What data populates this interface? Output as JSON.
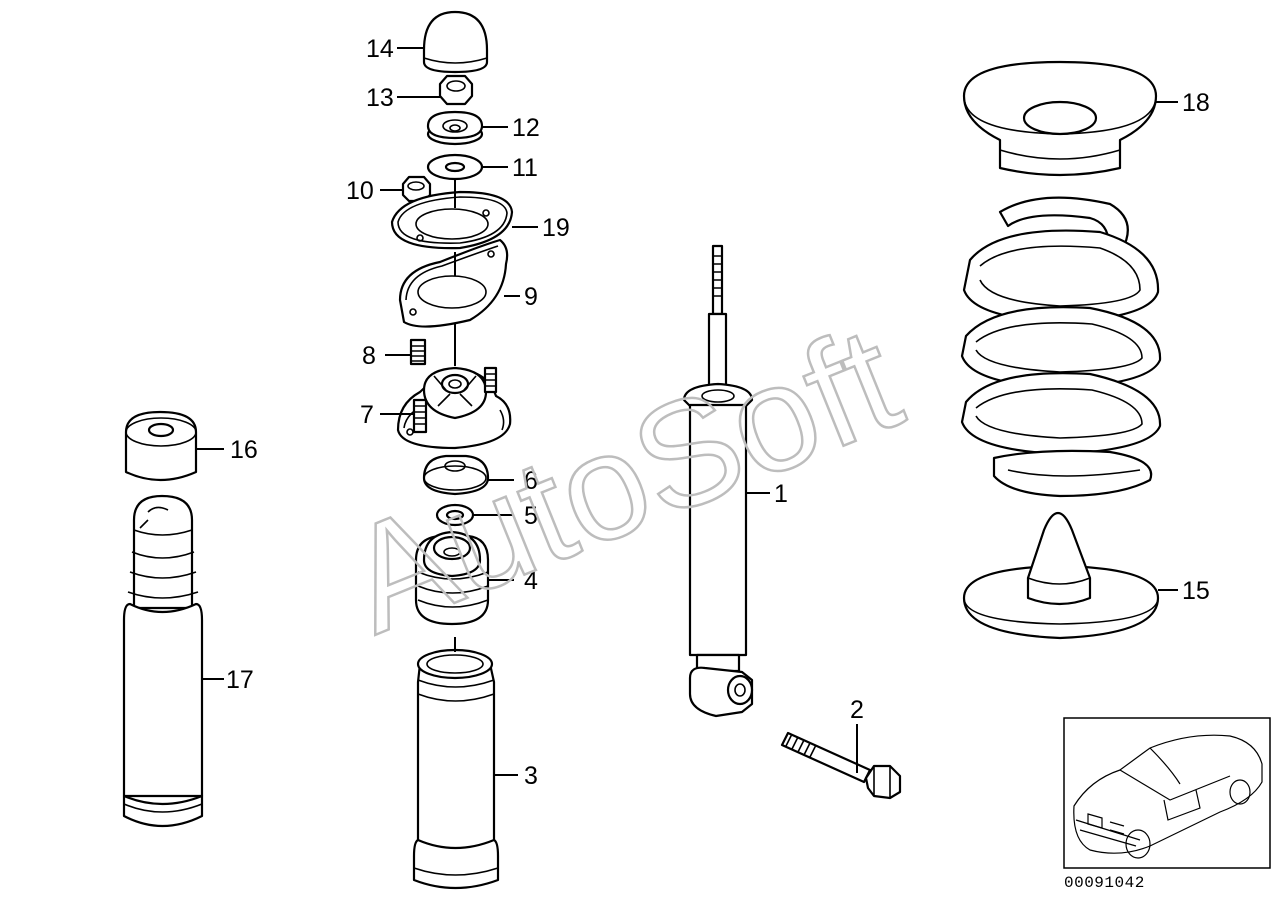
{
  "watermark": "AutoSoft",
  "reference_number": "00091042",
  "part_numbers": [
    "1",
    "2",
    "3",
    "4",
    "5",
    "6",
    "7",
    "8",
    "9",
    "10",
    "11",
    "12",
    "13",
    "14",
    "15",
    "16",
    "17",
    "18",
    "19"
  ]
}
